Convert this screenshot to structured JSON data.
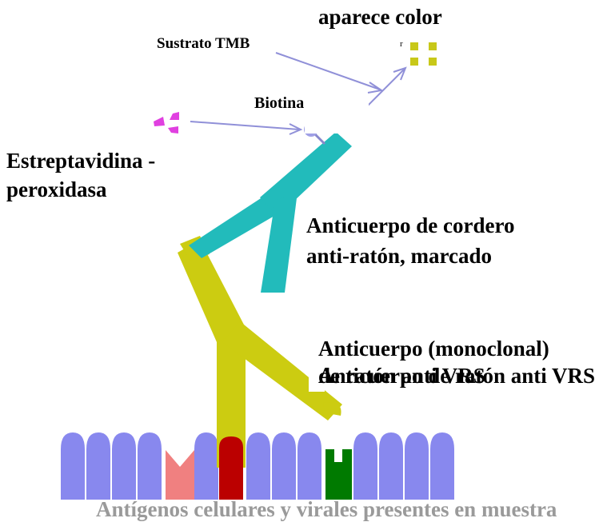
{
  "labels": {
    "aparece_color": "aparece color",
    "sustrato_tmb": "Sustrato TMB",
    "biotina": "Biotina",
    "estreptavidina_line1": "Estreptavidina -",
    "estreptavidina_line2": "peroxidasa",
    "anticuerpo_cordero_line1": "Anticuerpo de cordero",
    "anticuerpo_cordero_line2": "anti-ratón, marcado",
    "anticuerpo_mono_line1": "Anticuerpo (monoclonal)",
    "anticuerpo_mono_line2": "de ratón anti VRS",
    "anticuerpo_mono_overlay": "Anticuerpo de ratón anti VRS",
    "antigenos": "Antígenos celulares y virales presentes en muestra",
    "small_mark": "r"
  },
  "colors": {
    "cells": "#8888ee",
    "antigen_pink": "#f08080",
    "antigen_red": "#bb0000",
    "antigen_green": "#007a00",
    "primary_antibody": "#cccc11",
    "secondary_antibody": "#22bbbb",
    "biotin": "#a0a0e6",
    "streptavidin": "#e040e0",
    "product": "#c8c819",
    "arrows": "#9090d8",
    "antigen_caption": "#9a9a9a"
  }
}
